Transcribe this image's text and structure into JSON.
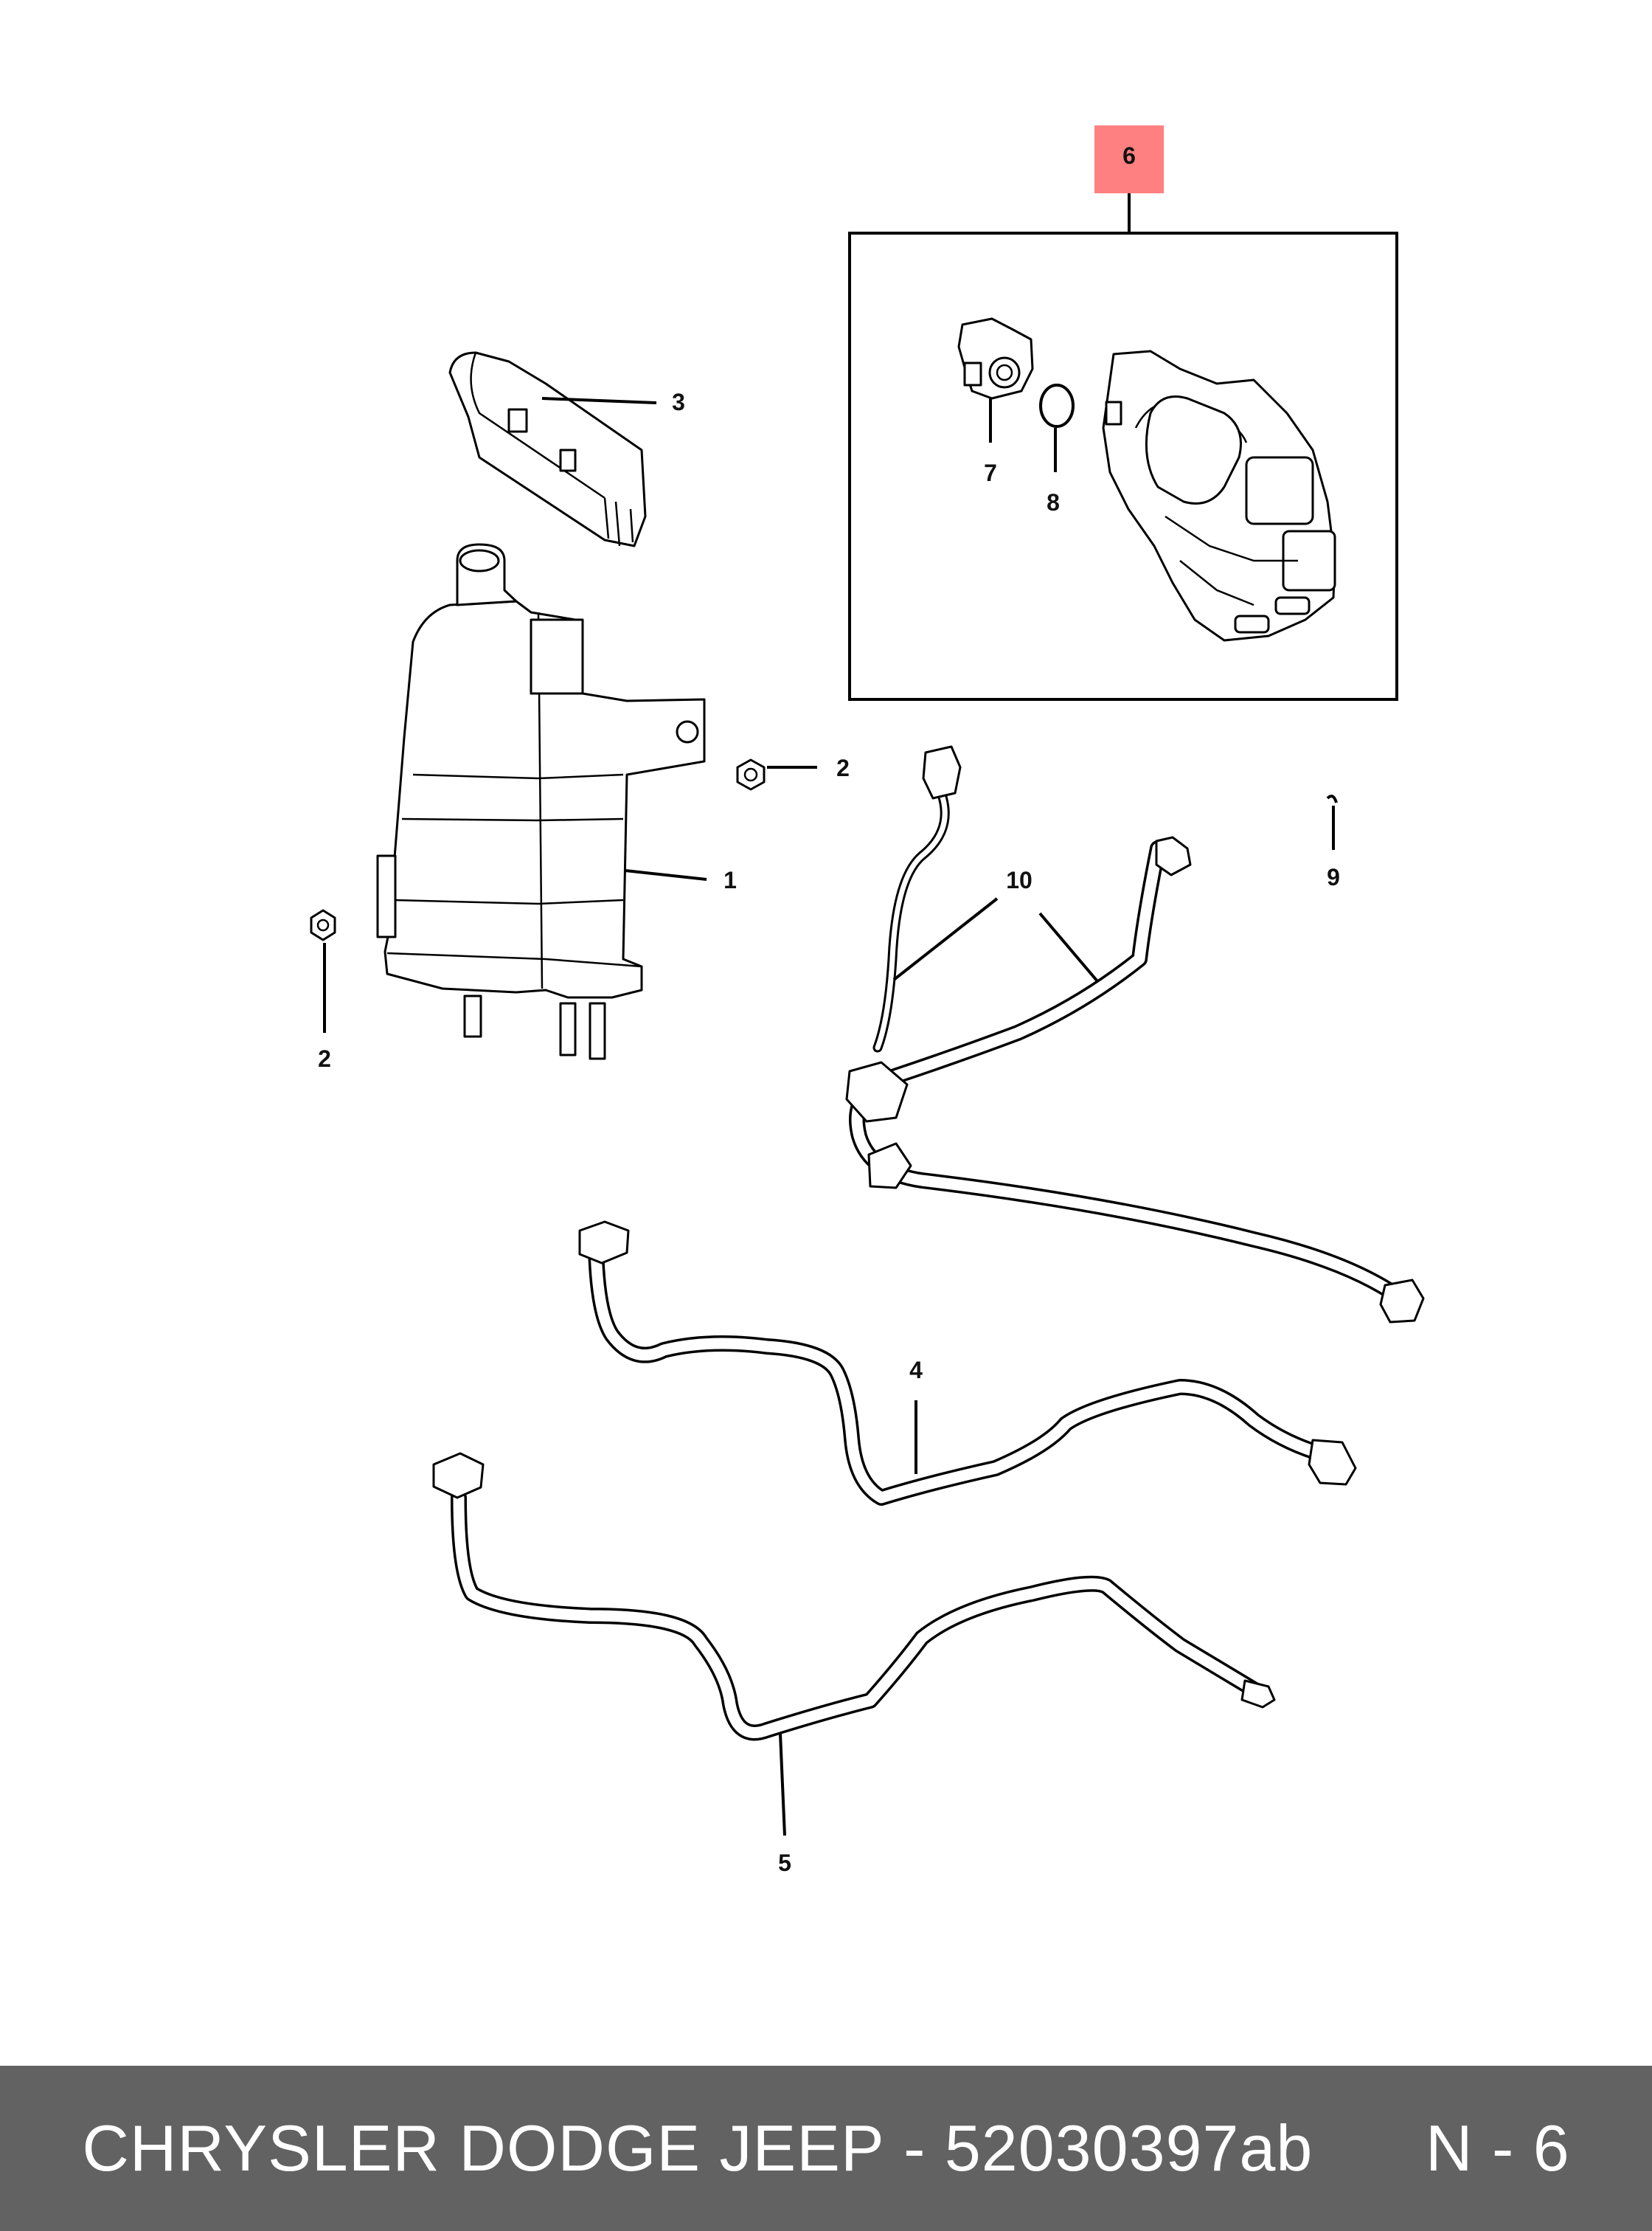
{
  "diagram": {
    "callouts": [
      {
        "id": "c1",
        "label": "1"
      },
      {
        "id": "c2a",
        "label": "2"
      },
      {
        "id": "c2b",
        "label": "2"
      },
      {
        "id": "c3",
        "label": "3"
      },
      {
        "id": "c4",
        "label": "4"
      },
      {
        "id": "c5",
        "label": "5"
      },
      {
        "id": "c6",
        "label": "6"
      },
      {
        "id": "c7",
        "label": "7"
      },
      {
        "id": "c8",
        "label": "8"
      },
      {
        "id": "c9",
        "label": "9"
      },
      {
        "id": "c10",
        "label": "10"
      }
    ],
    "highlight_color": "#ff8080"
  },
  "footer": {
    "brand": "CHRYSLER DODGE JEEP",
    "separator": "-",
    "part_number": "52030397ab",
    "page_ref": "N - 6",
    "background_color": "#626262"
  }
}
